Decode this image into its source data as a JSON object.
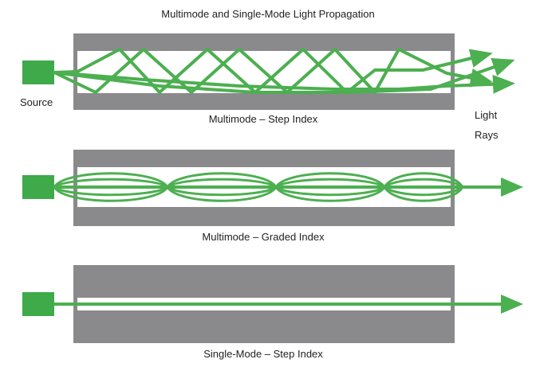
{
  "title": "Multimode and Single-Mode Light Propagation",
  "labels": {
    "source": "Source",
    "light_rays_line1": "Light",
    "light_rays_line2": "Rays"
  },
  "panels": [
    {
      "caption": "Multimode – Step Index"
    },
    {
      "caption": "Multimode – Graded Index"
    },
    {
      "caption": "Single-Mode – Step Index"
    }
  ],
  "colors": {
    "cladding": "#8a8a8d",
    "core": "#ffffff",
    "light": "#4caf50",
    "source": "#3eaa4a"
  }
}
